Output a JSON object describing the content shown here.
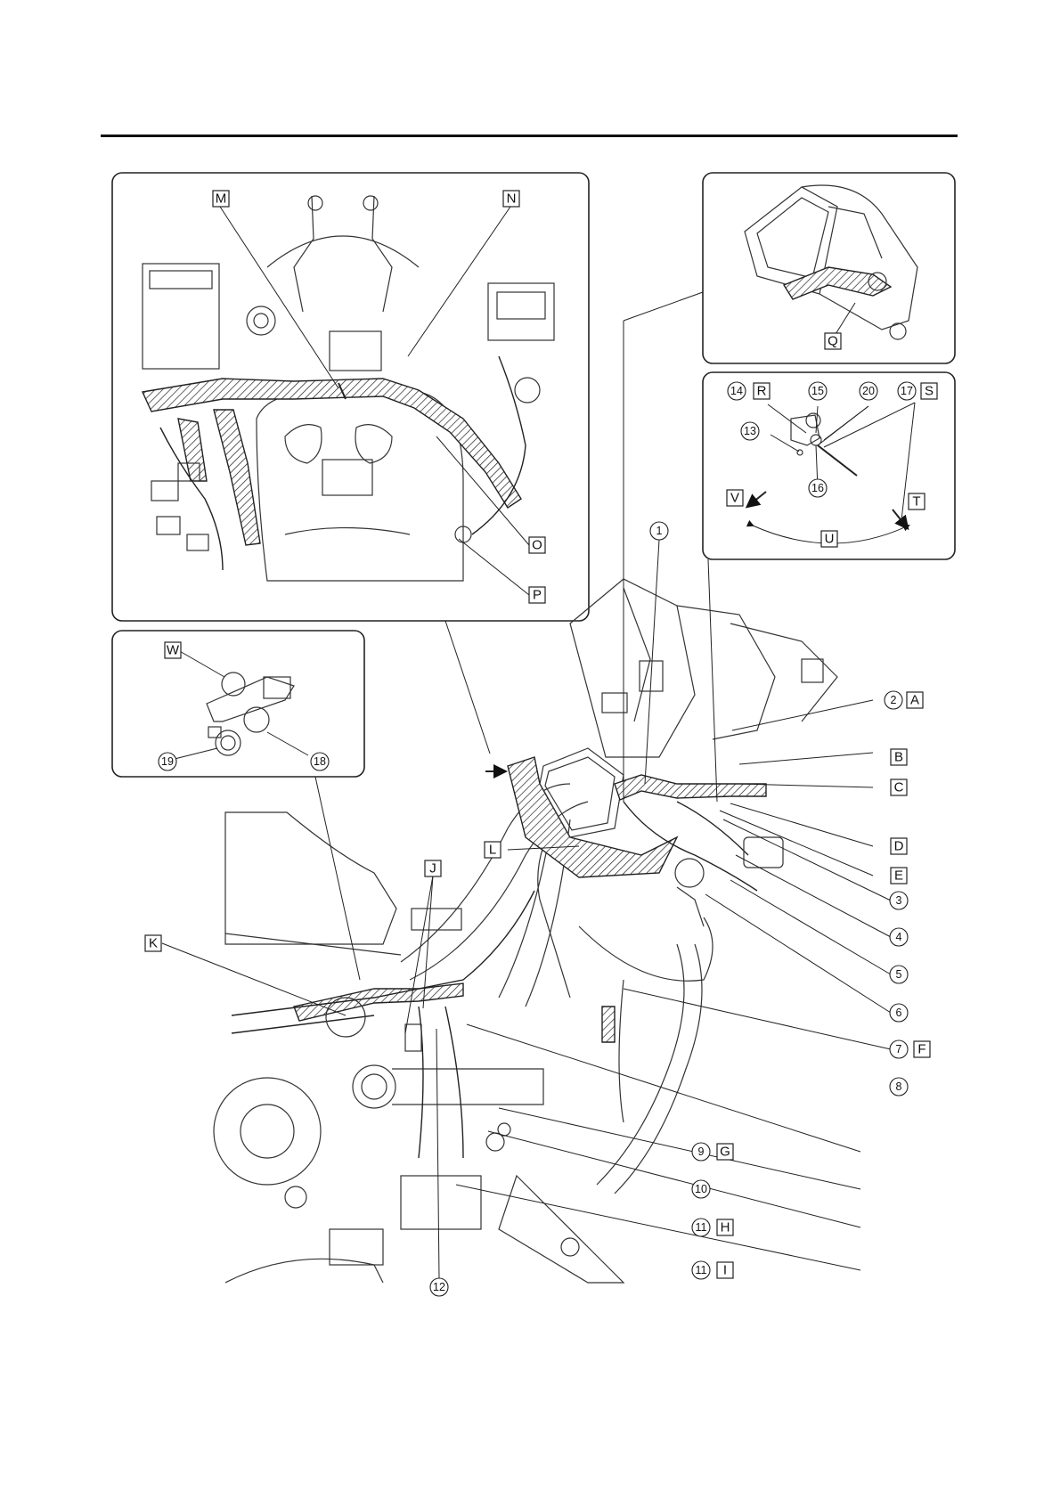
{
  "letters": {
    "A": "A",
    "B": "B",
    "C": "C",
    "D": "D",
    "E": "E",
    "F": "F",
    "G": "G",
    "H": "H",
    "I": "I",
    "J": "J",
    "K": "K",
    "L": "L",
    "M": "M",
    "N": "N",
    "O": "O",
    "P": "P",
    "Q": "Q",
    "R": "R",
    "S": "S",
    "T": "T",
    "U": "U",
    "V": "V",
    "W": "W"
  },
  "numbers": {
    "n1": "1",
    "n2": "2",
    "n3": "3",
    "n4": "4",
    "n5": "5",
    "n6": "6",
    "n7": "7",
    "n8": "8",
    "n9": "9",
    "n10": "10",
    "n11": "11",
    "n12": "12",
    "n13": "13",
    "n14": "14",
    "n15": "15",
    "n16": "16",
    "n17": "17",
    "n18": "18",
    "n19": "19",
    "n20": "20"
  }
}
